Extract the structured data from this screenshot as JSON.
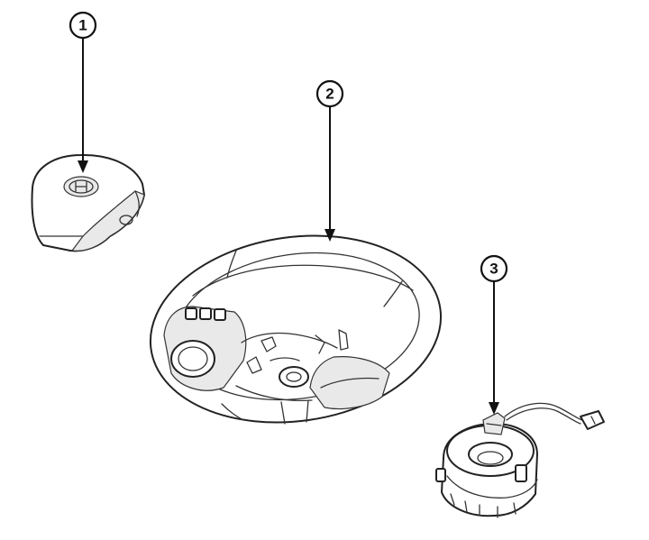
{
  "callouts": [
    {
      "id": "airbag-module",
      "label": "1"
    },
    {
      "id": "steering-wheel",
      "label": "2"
    },
    {
      "id": "clock-spring",
      "label": "3"
    }
  ],
  "colors": {
    "line": "#111111",
    "background": "#ffffff",
    "shade": "#e9e9e9"
  },
  "icons": {
    "airbag-module": "driver-airbag-module-icon",
    "steering-wheel": "steering-wheel-icon",
    "clock-spring": "clock-spring-icon",
    "emblem": "brand-emblem-icon"
  }
}
